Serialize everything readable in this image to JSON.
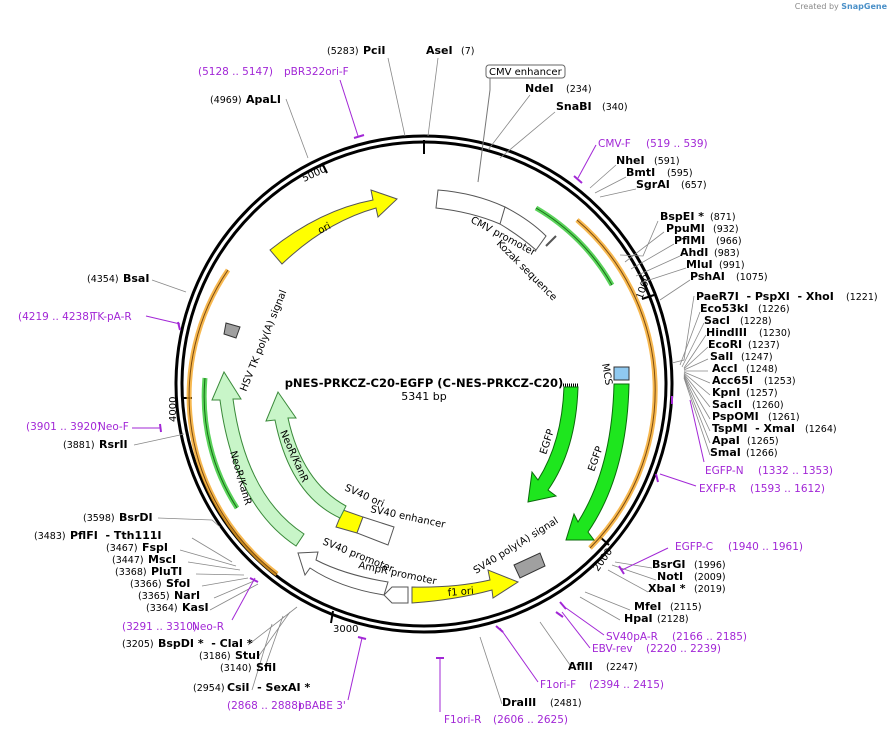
{
  "credit": {
    "prefix": "Created by",
    "brand": "SnapGene"
  },
  "plasmid": {
    "name": "pNES-PRKCZ-C20-EGFP (C-NES-PRKCZ-C20)",
    "size": "5341 bp"
  },
  "ticks": [
    "1000",
    "2000",
    "3000",
    "4000",
    "5000"
  ],
  "features": [
    {
      "id": "cmv-enhancer-label",
      "text": "CMV enhancer"
    },
    {
      "id": "cmv-promoter",
      "text": "CMV promoter"
    },
    {
      "id": "kozak",
      "text": "Kozak sequence"
    },
    {
      "id": "mcs",
      "text": "MCS"
    },
    {
      "id": "egfp1",
      "text": "EGFP"
    },
    {
      "id": "egfp2",
      "text": "EGFP"
    },
    {
      "id": "sv40pa",
      "text": "SV40 poly(A) signal"
    },
    {
      "id": "f1ori",
      "text": "f1 ori"
    },
    {
      "id": "ampr-promoter",
      "text": "AmpR promoter"
    },
    {
      "id": "sv40-promoter",
      "text": "SV40 promoter"
    },
    {
      "id": "sv40-enhancer",
      "text": "SV40 enhancer"
    },
    {
      "id": "sv40-ori",
      "text": "SV40 ori"
    },
    {
      "id": "neor1",
      "text": "NeoR/KanR"
    },
    {
      "id": "neor2",
      "text": "NeoR/KanR"
    },
    {
      "id": "hsv-tk",
      "text": "HSV TK poly(A) signal"
    },
    {
      "id": "ori",
      "text": "ori"
    }
  ],
  "enzymes": [
    {
      "name": "PciI",
      "pos": "(5283)"
    },
    {
      "name": "AseI",
      "pos": "(7)"
    },
    {
      "name": "NdeI",
      "pos": "(234)"
    },
    {
      "name": "SnaBI",
      "pos": "(340)"
    },
    {
      "name": "NheI",
      "pos": "(591)"
    },
    {
      "name": "BmtI",
      "pos": "(595)"
    },
    {
      "name": "SgrAI",
      "pos": "(657)"
    },
    {
      "name": "BspEI *",
      "pos": "(871)"
    },
    {
      "name": "PpuMI",
      "pos": "(932)"
    },
    {
      "name": "PflMI",
      "pos": "(966)"
    },
    {
      "name": "AhdI",
      "pos": "(983)"
    },
    {
      "name": "MluI",
      "pos": "(991)"
    },
    {
      "name": "PshAI",
      "pos": "(1075)"
    },
    {
      "name": "PaeR7I  - PspXI  - XhoI",
      "pos": "(1221)"
    },
    {
      "name": "Eco53kI",
      "pos": "(1226)"
    },
    {
      "name": "SacI",
      "pos": "(1228)"
    },
    {
      "name": "HindIII",
      "pos": "(1230)"
    },
    {
      "name": "EcoRI",
      "pos": "(1237)"
    },
    {
      "name": "SalI",
      "pos": "(1247)"
    },
    {
      "name": "AccI",
      "pos": "(1248)"
    },
    {
      "name": "Acc65I",
      "pos": "(1253)"
    },
    {
      "name": "KpnI",
      "pos": "(1257)"
    },
    {
      "name": "SacII",
      "pos": "(1260)"
    },
    {
      "name": "PspOMI",
      "pos": "(1261)"
    },
    {
      "name": "TspMI  - XmaI",
      "pos": "(1264)"
    },
    {
      "name": "ApaI",
      "pos": "(1265)"
    },
    {
      "name": "SmaI",
      "pos": "(1266)"
    },
    {
      "name": "BsrGI",
      "pos": "(1996)"
    },
    {
      "name": "NotI",
      "pos": "(2009)"
    },
    {
      "name": "XbaI *",
      "pos": "(2019)"
    },
    {
      "name": "MfeI",
      "pos": "(2115)"
    },
    {
      "name": "HpaI",
      "pos": "(2128)"
    },
    {
      "name": "AflII",
      "pos": "(2247)"
    },
    {
      "name": "DraIII",
      "pos": "(2481)"
    },
    {
      "name": "CsiI  - SexAI *",
      "pos": "(2954)"
    },
    {
      "name": "SfiI",
      "pos": "(3140)"
    },
    {
      "name": "StuI",
      "pos": "(3186)"
    },
    {
      "name": "BspDI *  - ClaI *",
      "pos": "(3205)"
    },
    {
      "name": "KasI",
      "pos": "(3364)"
    },
    {
      "name": "NarI",
      "pos": "(3365)"
    },
    {
      "name": "SfoI",
      "pos": "(3366)"
    },
    {
      "name": "PluTI",
      "pos": "(3368)"
    },
    {
      "name": "MscI",
      "pos": "(3447)"
    },
    {
      "name": "FspI",
      "pos": "(3467)"
    },
    {
      "name": "PflFI  - Tth111I",
      "pos": "(3483)"
    },
    {
      "name": "BsrDI",
      "pos": "(3598)"
    },
    {
      "name": "RsrII",
      "pos": "(3881)"
    },
    {
      "name": "BsaI",
      "pos": "(4354)"
    },
    {
      "name": "ApaLI",
      "pos": "(4969)"
    }
  ],
  "primers": [
    {
      "name": "pBR322ori-F",
      "pos": "(5128 .. 5147)"
    },
    {
      "name": "CMV-F",
      "pos": "(519 .. 539)"
    },
    {
      "name": "EGFP-N",
      "pos": "(1332 .. 1353)"
    },
    {
      "name": "EXFP-R",
      "pos": "(1593 .. 1612)"
    },
    {
      "name": "EGFP-C",
      "pos": "(1940 .. 1961)"
    },
    {
      "name": "SV40pA-R",
      "pos": "(2166 .. 2185)"
    },
    {
      "name": "EBV-rev",
      "pos": "(2220 .. 2239)"
    },
    {
      "name": "F1ori-F",
      "pos": "(2394 .. 2415)"
    },
    {
      "name": "F1ori-R",
      "pos": "(2606 .. 2625)"
    },
    {
      "name": "pBABE 3'",
      "pos": "(2868 .. 2888)"
    },
    {
      "name": "Neo-R",
      "pos": "(3291 .. 3310)"
    },
    {
      "name": "Neo-F",
      "pos": "(3901 .. 3920)"
    },
    {
      "name": "TK-pA-R",
      "pos": "(4219 .. 4238)"
    }
  ],
  "colors": {
    "primer": "#a227d6",
    "egfp": "#1ee61e",
    "ori": "#ffff00",
    "neor": "#c8f5c8",
    "orange": "#f5a623",
    "mcs": "#8fc9f0",
    "gray": "#a0a0a0"
  }
}
